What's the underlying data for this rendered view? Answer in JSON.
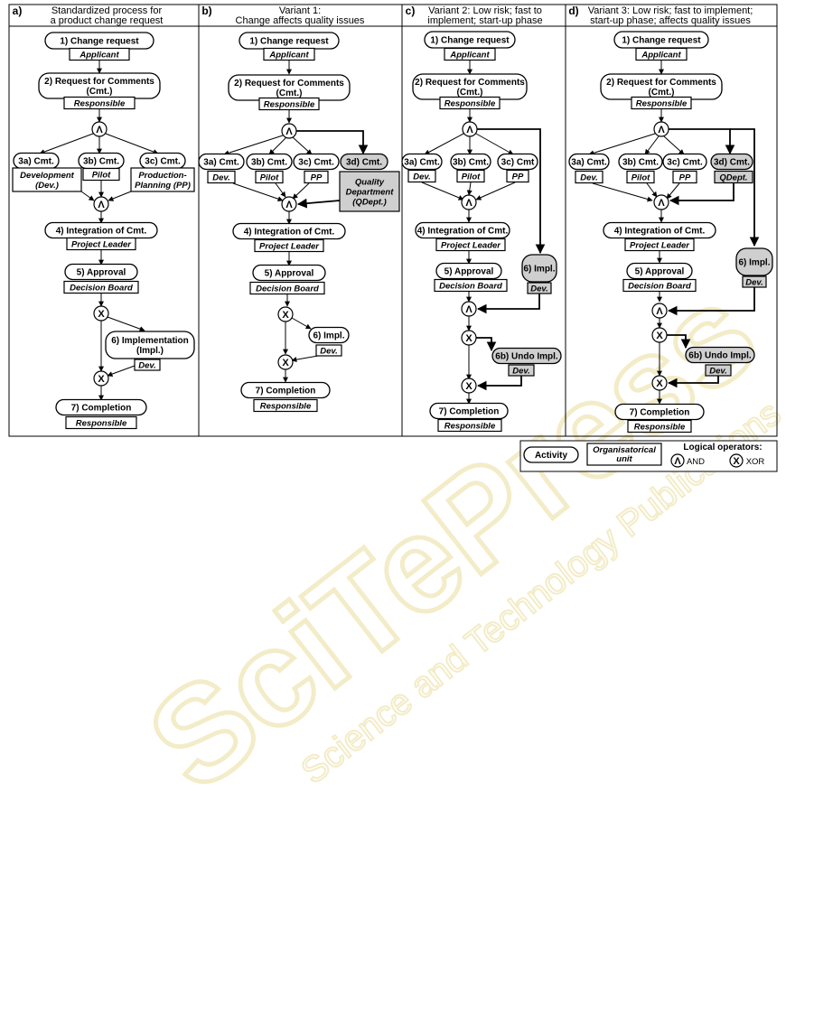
{
  "panels": [
    {
      "letter": "a)",
      "title": [
        "Standardized process for",
        "a product change request"
      ]
    },
    {
      "letter": "b)",
      "title": [
        "Variant 1:",
        "Change affects quality issues"
      ]
    },
    {
      "letter": "c)",
      "title": [
        "Variant 2: Low risk; fast to",
        "implement; start-up phase"
      ]
    },
    {
      "letter": "d)",
      "title": [
        "Variant 3: Low risk; fast to implement;",
        "start-up phase; affects quality issues"
      ]
    }
  ],
  "activities": {
    "change_request": "1) Change request",
    "request_comments": [
      "2) Request for Comments",
      "(Cmt.)"
    ],
    "cmt_3a": "3a) Cmt.",
    "cmt_3b": "3b) Cmt.",
    "cmt_3c": "3c) Cmt.",
    "cmt_3c_alt": "3c) Cmt",
    "cmt_3d": "3d) Cmt.",
    "integration": "4) Integration of Cmt.",
    "approval": "5) Approval",
    "implementation": [
      "6) Implementation",
      "(Impl.)"
    ],
    "impl_short": "6) Impl.",
    "undo_impl": "6b) Undo Impl.",
    "completion": "7) Completion"
  },
  "org_units": {
    "applicant": "Applicant",
    "responsible": "Responsible",
    "development": [
      "Development",
      "(Dev.)"
    ],
    "pilot": "Pilot",
    "production_planning": [
      "Production-",
      "Planning (PP)"
    ],
    "dev": "Dev.",
    "pp": "PP",
    "quality_dept": [
      "Quality",
      "Department",
      "(QDept.)"
    ],
    "qdept": "QDept.",
    "project_leader": "Project Leader",
    "decision_board": "Decision Board"
  },
  "operators": {
    "and": "Λ",
    "xor": "X"
  },
  "legend": {
    "activity": "Activity",
    "org_unit": [
      "Organisatorical",
      "unit"
    ],
    "logical_operators": "Logical operators:",
    "and_label": "AND",
    "xor_label": "XOR"
  },
  "watermark": {
    "main": "SciTePress",
    "sub": "Science and Technology Publications"
  },
  "colors": {
    "highlight_fill": "#cfcfcf",
    "line": "#000000",
    "watermark": "#f3ecc8"
  }
}
